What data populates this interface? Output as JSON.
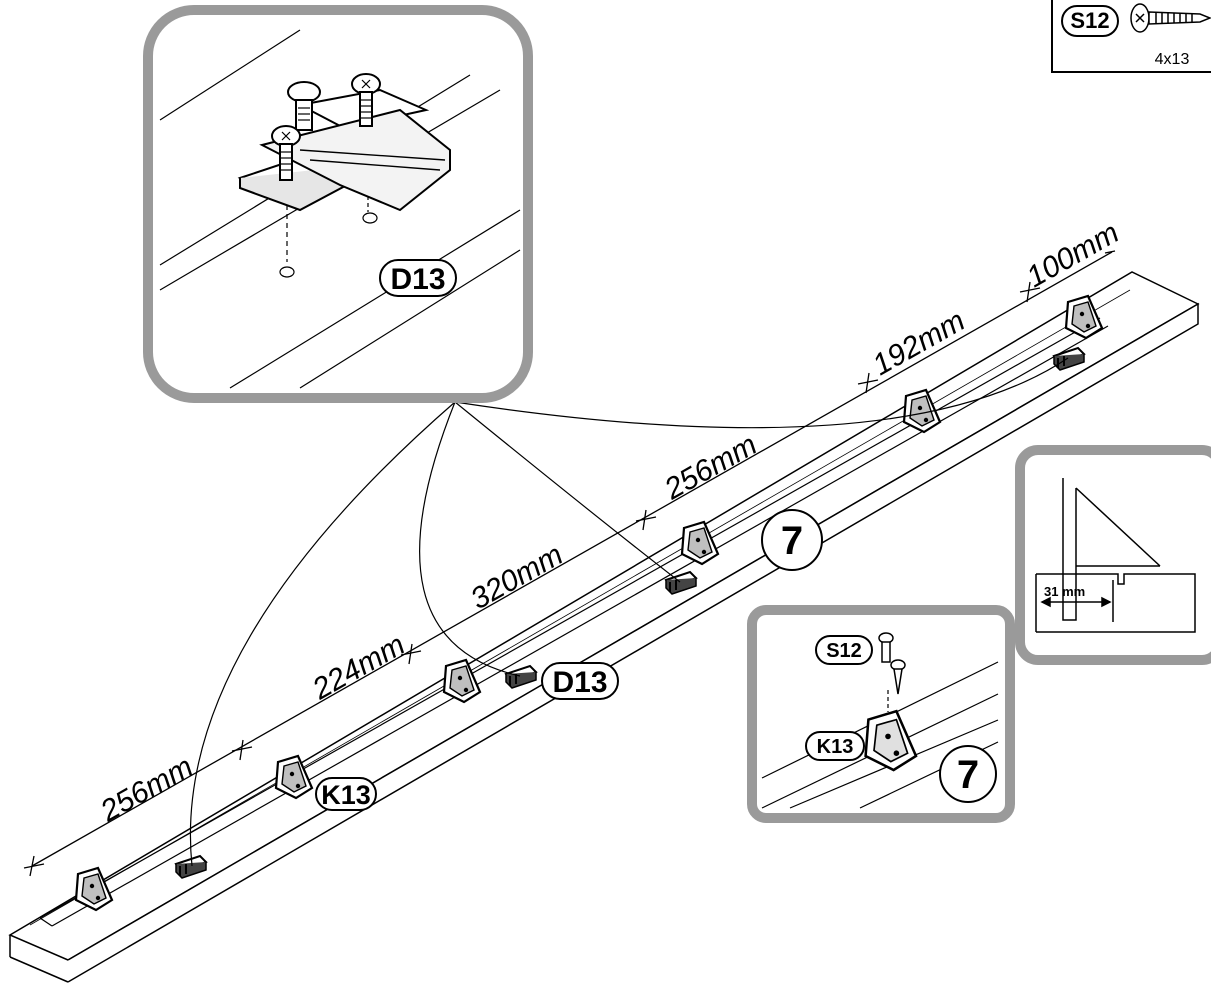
{
  "hardware_legend": {
    "code": "S12",
    "size": "4x13",
    "icon": "screw-icon"
  },
  "main_view": {
    "dimensions": [
      "256mm",
      "224mm",
      "320mm",
      "256mm",
      "192mm",
      "100mm"
    ],
    "labels": {
      "bracket": "K13",
      "connector": "D13",
      "step": "7"
    }
  },
  "detail_connector": {
    "label": "D13"
  },
  "detail_bracket": {
    "screw_label": "S12",
    "bracket_label": "K13",
    "step": "7"
  },
  "detail_section": {
    "measurement": "31 mm"
  },
  "colors": {
    "frame": "#9a9a9a",
    "line": "#000000",
    "background": "#ffffff"
  }
}
